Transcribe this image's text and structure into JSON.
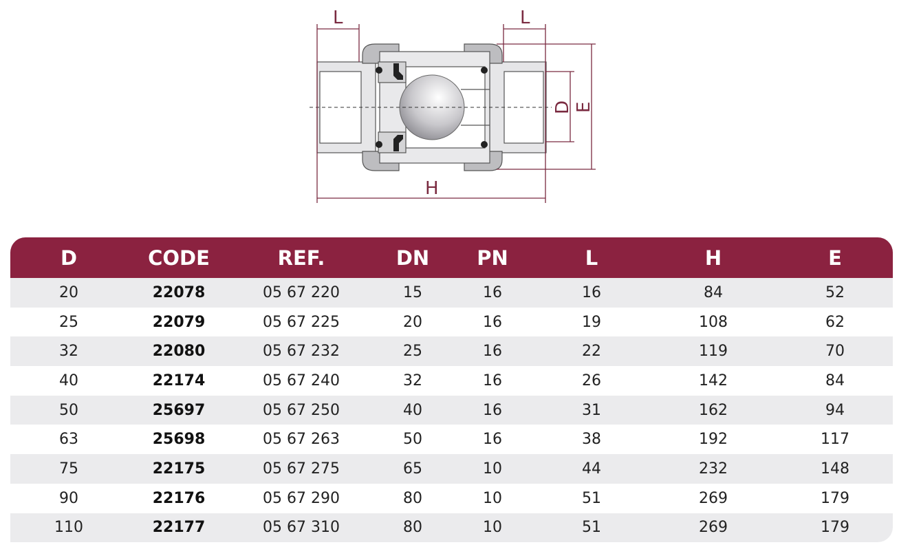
{
  "diagram": {
    "labels": {
      "l_left": "L",
      "l_right": "L",
      "h": "H",
      "d": "D",
      "e": "E"
    },
    "dim_color": "#7a2a40"
  },
  "table": {
    "header_color": "#8b2240",
    "headers": [
      "D",
      "CODE",
      "REF.",
      "DN",
      "PN",
      "L",
      "H",
      "E"
    ],
    "rows": [
      [
        "20",
        "22078",
        "05 67 220",
        "15",
        "16",
        "16",
        "84",
        "52"
      ],
      [
        "25",
        "22079",
        "05 67 225",
        "20",
        "16",
        "19",
        "108",
        "62"
      ],
      [
        "32",
        "22080",
        "05 67 232",
        "25",
        "16",
        "22",
        "119",
        "70"
      ],
      [
        "40",
        "22174",
        "05 67 240",
        "32",
        "16",
        "26",
        "142",
        "84"
      ],
      [
        "50",
        "25697",
        "05 67 250",
        "40",
        "16",
        "31",
        "162",
        "94"
      ],
      [
        "63",
        "25698",
        "05 67 263",
        "50",
        "16",
        "38",
        "192",
        "117"
      ],
      [
        "75",
        "22175",
        "05 67 275",
        "65",
        "10",
        "44",
        "232",
        "148"
      ],
      [
        "90",
        "22176",
        "05 67 290",
        "80",
        "10",
        "51",
        "269",
        "179"
      ],
      [
        "110",
        "22177",
        "05 67 310",
        "80",
        "10",
        "51",
        "269",
        "179"
      ]
    ]
  }
}
